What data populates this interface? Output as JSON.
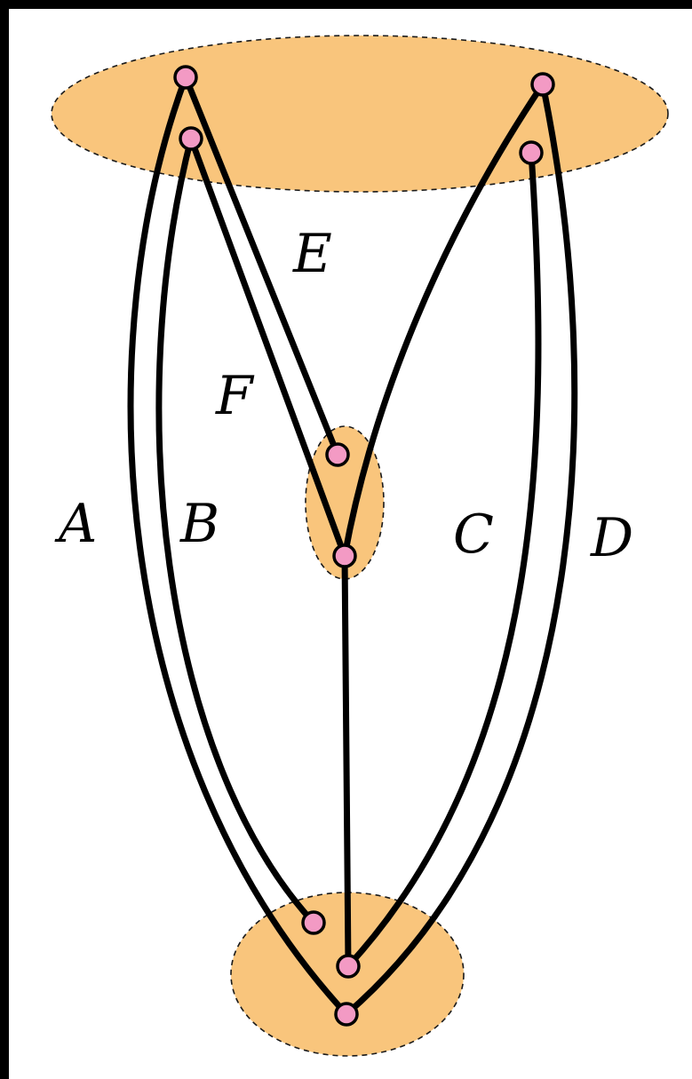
{
  "diagram": {
    "colors": {
      "region_fill": "#f9c57c",
      "vertex_fill": "#f39ac4",
      "stroke": "#000000",
      "background": "#ffffff"
    },
    "labels": {
      "A": "A",
      "B": "B",
      "C": "C",
      "D": "D",
      "E": "E",
      "F": "F"
    }
  }
}
